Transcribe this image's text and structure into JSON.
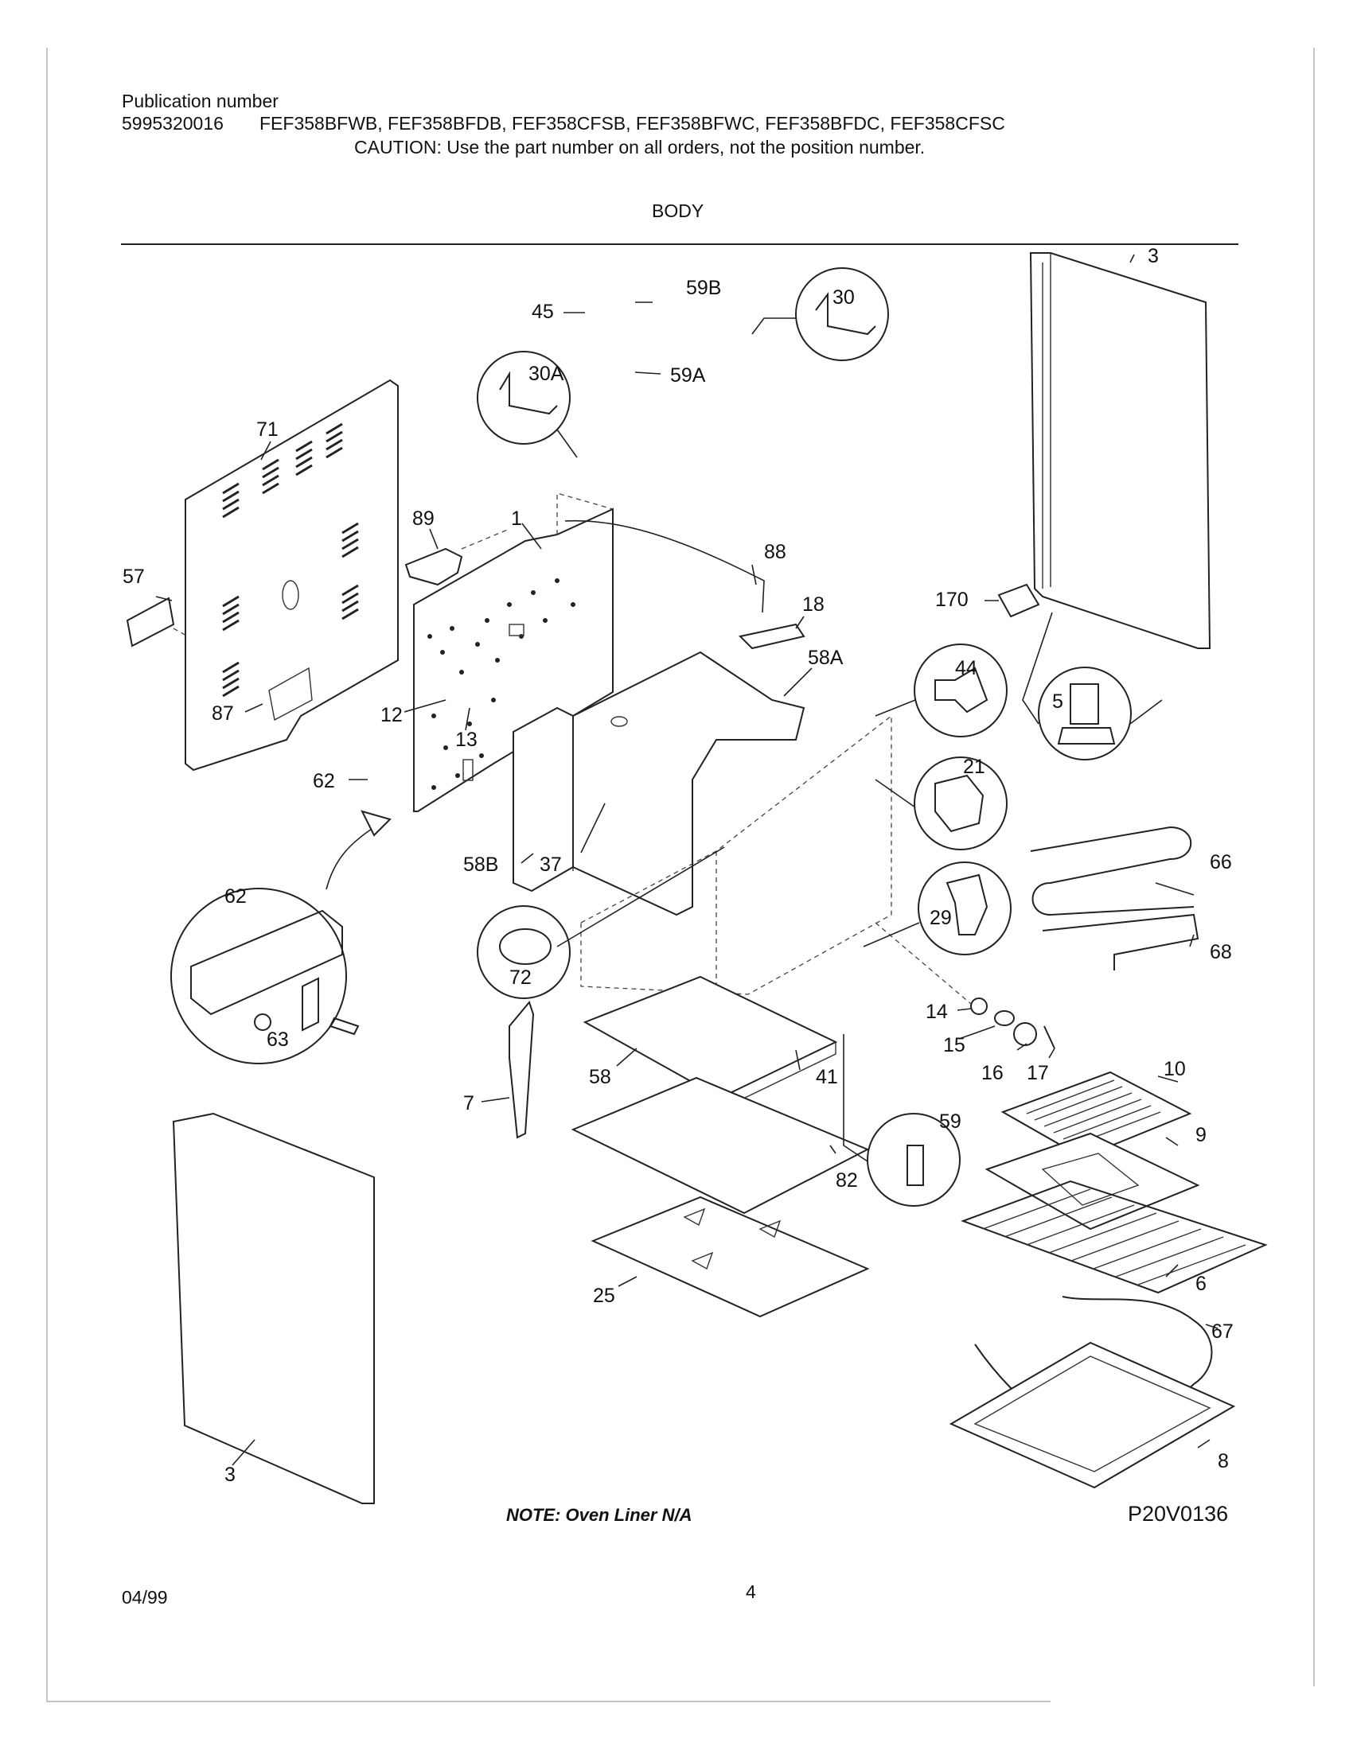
{
  "header": {
    "label": "Publication number",
    "pub_number": "5995320016",
    "models": "FEF358BFWB, FEF358BFDB, FEF358CFSB, FEF358BFWC, FEF358BFDC, FEF358CFSC",
    "caution": "CAUTION:  Use the part number on all orders, not the position number.",
    "section": "BODY"
  },
  "callouts": [
    "45",
    "59B",
    "30",
    "3",
    "30A",
    "59A",
    "71",
    "89",
    "1",
    "88",
    "57",
    "18",
    "170",
    "58A",
    "44",
    "5",
    "87",
    "12",
    "13",
    "21",
    "62",
    "66",
    "58B",
    "37",
    "62",
    "29",
    "68",
    "63",
    "72",
    "14",
    "15",
    "16",
    "17",
    "10",
    "58",
    "41",
    "7",
    "59",
    "9",
    "82",
    "6",
    "25",
    "67",
    "3",
    "8"
  ],
  "note": "NOTE:  Oven Liner N/A",
  "figure_id": "P20V0136",
  "footer": {
    "date": "04/99",
    "page": "4"
  }
}
